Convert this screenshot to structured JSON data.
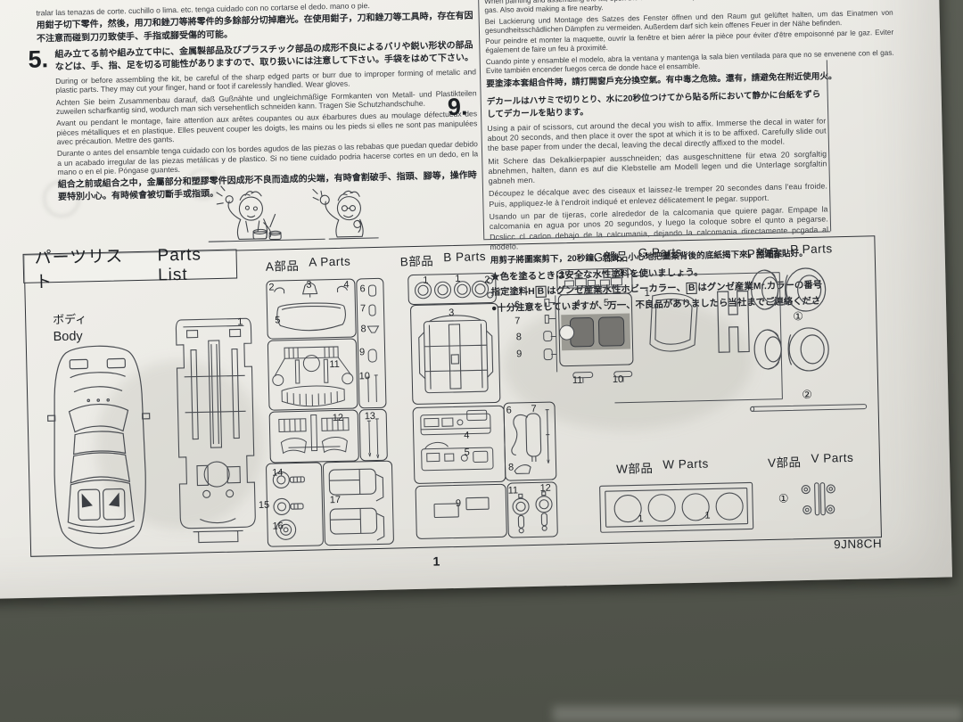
{
  "document": {
    "page_number": "1",
    "sheet_code": "9JN8CH"
  },
  "left_column": {
    "es_continued": "tralar las tenazas de corte. cuchillo o lima. etc. tenga cuidado con no cortarse el dedo. mano o pie.",
    "zh_continued": "用鉗子切下零件，然後，用刀和銼刀等將零件的多餘部分切掉磨光。在使用鉗子，刀和銼刀等工具時，存在有因不注意而碰到刀刃致使手、手指或腳受傷的可能。",
    "step5_number": "5.",
    "step5_ja": "組み立てる前や組み立て中に、金属製部品及びプラスチック部品の成形不良によるバリや鋭い形状の部品などは、手、指、足を切る可能性がありますので、取り扱いには注意して下さい。手袋をはめて下さい。",
    "step5_en": "During or before assembling the kit, be careful of the sharp edged parts or burr due to improper forming of metalic and plastic parts. They may cut your finger, hand or foot if carelessly handled.  Wear gloves.",
    "step5_de": "Achten Sie beim Zusammenbau darauf, daß Gußnähte und ungleichmäßige Formkanten von Metall- und Plastikteilen zuweilen scharfkantig sind, wodurch man sich versehentlich schneiden kann.  Tragen Sie Schutzhandschuhe.",
    "step5_fr": "Avant ou pendant le montage, faire attention aux arêtes coupantes ou aux ébarbures dues au moulage défectueux des pièces métalliques et en plastique. Elles peuvent couper les doigts, les mains ou les pieds si elles ne sont pas manipulées avec précaution.  Mettre des gants.",
    "step5_es": "Durante o antes del ensamble tenga cuidado con los bordes agudos de las piezas o las rebabas que puedan quedar debido a un acabado irregular de las piezas metálicas y de plastico. Si no tiene cuidado podria hacerse cortes en un dedo, en la mano o en el pie.  Póngase guantes.",
    "step5_zh": "組合之前或組合之中，金屬部分和塑膠零件因成形不良而造成的尖端，有時會割破手、指頭、腳等，操作時要特別小心。有時候會被切斷手或指頭。"
  },
  "right_column": {
    "vent_en": "When painting and assembling the kit, open the window and keep the room well ventilated so that you may not be poisoned by gas. Also avoid making a fire nearby.",
    "vent_de": "Bei Lackierung und Montage des Satzes des Fenster öffnen und den Raum gut gelüftet halten, um das Einatmen von gesundheitsschädlichen Dämpfen zu vermeiden. Außerdem darf sich kein offenes Feuer in der Nähe befinden.",
    "vent_fr": "Pour peindre et monter la maquette, ouvrir la fenêtre et bien aérer la pièce pour éviter d'être empoisonné par le gaz. Eviter également de faire un feu à proximité.",
    "vent_es": "Cuando pinte y ensamble el modelo, abra la ventana y mantenga la sala bien ventilada para que no se envenene con el gas. Evite también encender fuegos cerca de donde hace el ensamble.",
    "vent_zh": "要塗漆本套組合件時，請打開窗戶充分換空氣。有中毒之危險。還有，請避免在附近使用火。",
    "step9_number": "9.",
    "step9_ja": "デカールはハサミで切りとり、水に20秒位つけてから貼る所において静かに台紙をずらしてデカールを貼ります。",
    "step9_en": "Using a pair of scissors, cut around the decal you wish to affix. Immerse the decal in water for about 20 seconds, and then place it over the spot at which it is to be affixed. Carefully slide out the base paper from under the decal, leaving the decal directly affixed to the model.",
    "step9_de": "Mit Schere das Dekalkierpapier ausschneiden; das ausgeschnittene für etwa 20 sorgfaltig abnehmen, halten, dann es auf die Klebstelle am Modell legen und die Unterlage sorgfaltin gabneh men.",
    "step9_fr": "Découpez le décalque avec des ciseaux et laissez-le tremper 20 secondes dans l'eau froide. Puis, appliquez-le à l'endroit indiqué et enlevez délicatement le pegar. support.",
    "step9_es": "Usando un par de tijeras, corle alrededor de la calcomania que quiere pagar. Empape la calcomania en agua por unos 20 segundos, y luego la coloque sobre el qunto a pegarse. Dcslicc cl carlon debajo de la calcumania, dejando la calcomania directamente pcgada al modelo.",
    "step9_zh": "用剪子將圖案剪下，20秒鐘，然後，小心地把圖案背後的底紙揭下來，將圖案貼好。",
    "note_star": "★色を塗るときは安全な水性塗料を使いましょう。",
    "note_paint_prefix": "指定塗料H",
    "note_paint_code1": "B",
    "note_paint_mid": "はグンゼ産業水性ホビーカラー、",
    "note_paint_code2": "B",
    "note_paint_suffix": "はグンゼ産業Mr.カラーの番号です。",
    "note_caution": "●十分注意をしていますが、万一、不良品がありましたら当社までご連絡ください。"
  },
  "parts_list": {
    "title_ja": "パーツリスト",
    "title_en": "Parts List",
    "body_ja": "ボディ",
    "body_en": "Body",
    "body_label": "1",
    "a_ja": "A部品",
    "a_en": "A Parts",
    "b_ja": "B部品",
    "b_en": "B Parts",
    "g_ja": "G部品",
    "g_en": "G Parts",
    "p_ja": "P部品",
    "p_en": "P Parts",
    "w_ja": "W部品",
    "w_en": "W Parts",
    "v_ja": "V部品",
    "v_en": "V Parts",
    "a_labels": [
      "2",
      "3",
      "4",
      "5",
      "6",
      "7",
      "8",
      "9",
      "10",
      "11",
      "12",
      "13",
      "14",
      "15",
      "16",
      "17"
    ],
    "b_labels": [
      "1",
      "1",
      "2",
      "3",
      "4",
      "5",
      "6",
      "7",
      "8",
      "9",
      "11",
      "12"
    ],
    "g_labels": [
      "3",
      "2",
      "4",
      "5",
      "6",
      "7",
      "8",
      "9",
      "11",
      "10",
      "1"
    ],
    "p_labels": [
      "①",
      "②"
    ],
    "w_labels": [
      "1",
      "1"
    ],
    "v_labels": [
      "①"
    ]
  }
}
